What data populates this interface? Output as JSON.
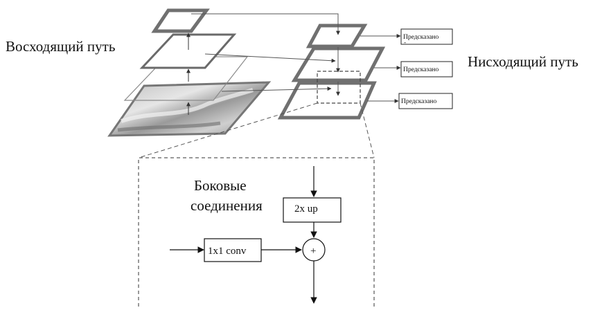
{
  "labels": {
    "bottom_up": "Восходящий путь",
    "top_down": "Нисходящий путь",
    "lateral_line1": "Боковые",
    "lateral_line2": "соединения"
  },
  "predictions": [
    {
      "label": "Предсказано",
      "extra": "-"
    },
    {
      "label": "Предсказано",
      "extra": ""
    },
    {
      "label": "Предсказано",
      "extra": ""
    }
  ],
  "blocks": {
    "upsample": "2x up",
    "conv": "1x1 conv",
    "add_symbol": "+"
  },
  "colors": {
    "thick_stroke": "#707070",
    "thin_stroke": "#444444",
    "arrow": "#333333"
  }
}
